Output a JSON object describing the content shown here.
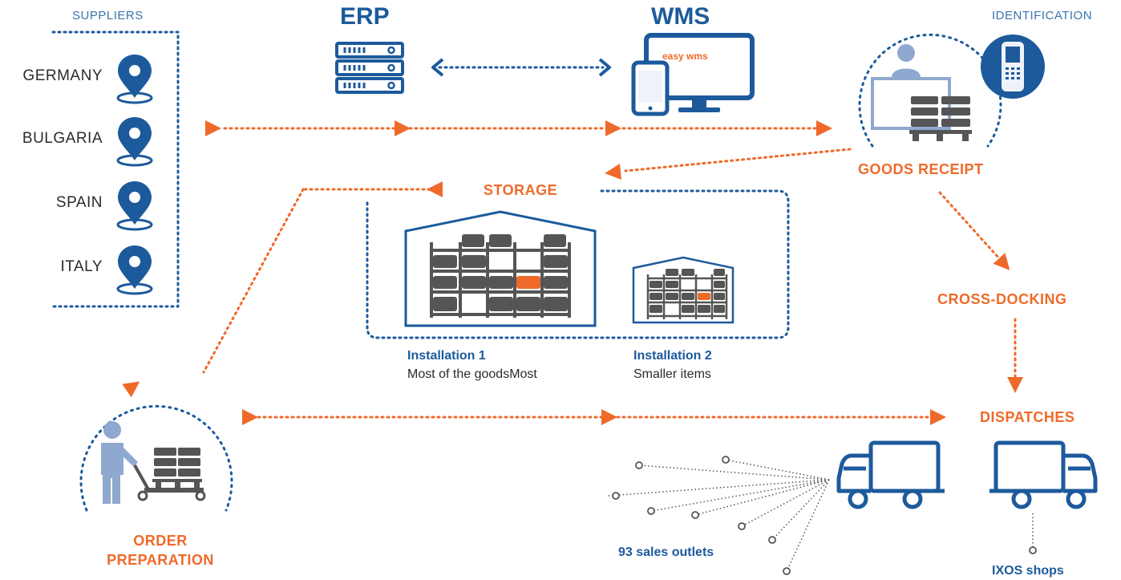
{
  "suppliers": {
    "heading": "SUPPLIERS",
    "countries": [
      "GERMANY",
      "BULGARIA",
      "SPAIN",
      "ITALY"
    ]
  },
  "erp": {
    "title": "ERP"
  },
  "wms": {
    "title": "WMS",
    "screen_logo": "easy wms"
  },
  "identification": {
    "label": "IDENTIFICATION"
  },
  "goods_receipt": {
    "label": "GOODS RECEIPT"
  },
  "storage": {
    "label": "STORAGE",
    "installations": [
      {
        "title": "Installation 1",
        "subtitle": "Most of the goodsMost"
      },
      {
        "title": "Installation 2",
        "subtitle": "Smaller items"
      }
    ]
  },
  "cross_docking": {
    "label": "CROSS-DOCKING"
  },
  "dispatches": {
    "label": "DISPATCHES"
  },
  "order_preparation": {
    "line1": "ORDER",
    "line2": "PREPARATION"
  },
  "outlets": {
    "sales_label": "93 sales outlets",
    "shops_label": "IXOS shops"
  },
  "colors": {
    "blue": "#1c5a9c",
    "orange": "#ef6a2a",
    "gray": "#555555",
    "light_gray": "#d9dde3"
  },
  "icons": [
    "location-pin-icon",
    "server-icon",
    "monitor-icon",
    "smartphone-icon",
    "handheld-scanner-icon",
    "worker-icon",
    "pallet-icon",
    "warehouse-icon",
    "truck-icon",
    "pallet-jack-icon"
  ]
}
